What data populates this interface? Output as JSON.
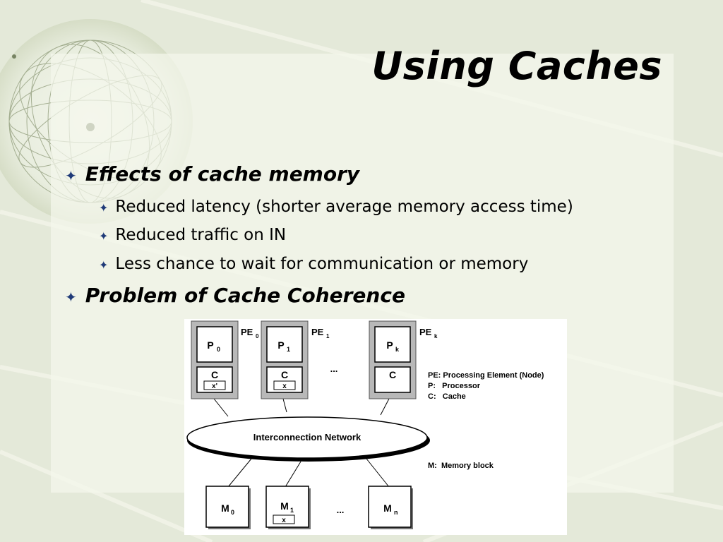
{
  "slide": {
    "title": "Using Caches",
    "bullets": [
      {
        "level": 1,
        "text": "Effects of cache memory"
      },
      {
        "level": 2,
        "text": "Reduced latency (shorter average memory access time)"
      },
      {
        "level": 2,
        "text": "Reduced traffic on IN"
      },
      {
        "level": 2,
        "text": "Less chance to wait for communication or memory"
      },
      {
        "level": 1,
        "text": "Problem of Cache Coherence"
      }
    ],
    "bullet_icon": "four-point-star-icon",
    "colors": {
      "bullet": "#1f3a78",
      "text": "#000000",
      "background": "#e3e8d8"
    }
  },
  "diagram": {
    "processing_elements": [
      {
        "label": "PE",
        "sub": "0",
        "proc": "P",
        "proc_sub": "0",
        "cache": "C",
        "cache_value": "x'"
      },
      {
        "label": "PE",
        "sub": "1",
        "proc": "P",
        "proc_sub": "1",
        "cache": "C",
        "cache_value": "x"
      },
      {
        "label": "PE",
        "sub": "k",
        "proc": "P",
        "proc_sub": "k",
        "cache": "C",
        "cache_value": ""
      }
    ],
    "pe_ellipsis": "...",
    "network_label": "Interconnection Network",
    "memory_blocks": [
      {
        "label": "M",
        "sub": "0",
        "value": ""
      },
      {
        "label": "M",
        "sub": "1",
        "value": "x"
      },
      {
        "label": "M",
        "sub": "n",
        "value": ""
      }
    ],
    "memory_ellipsis": "...",
    "legend": [
      "PE: Processing Element (Node)",
      "P:   Processor",
      "C:   Cache"
    ],
    "memory_legend": "M:  Memory block"
  }
}
